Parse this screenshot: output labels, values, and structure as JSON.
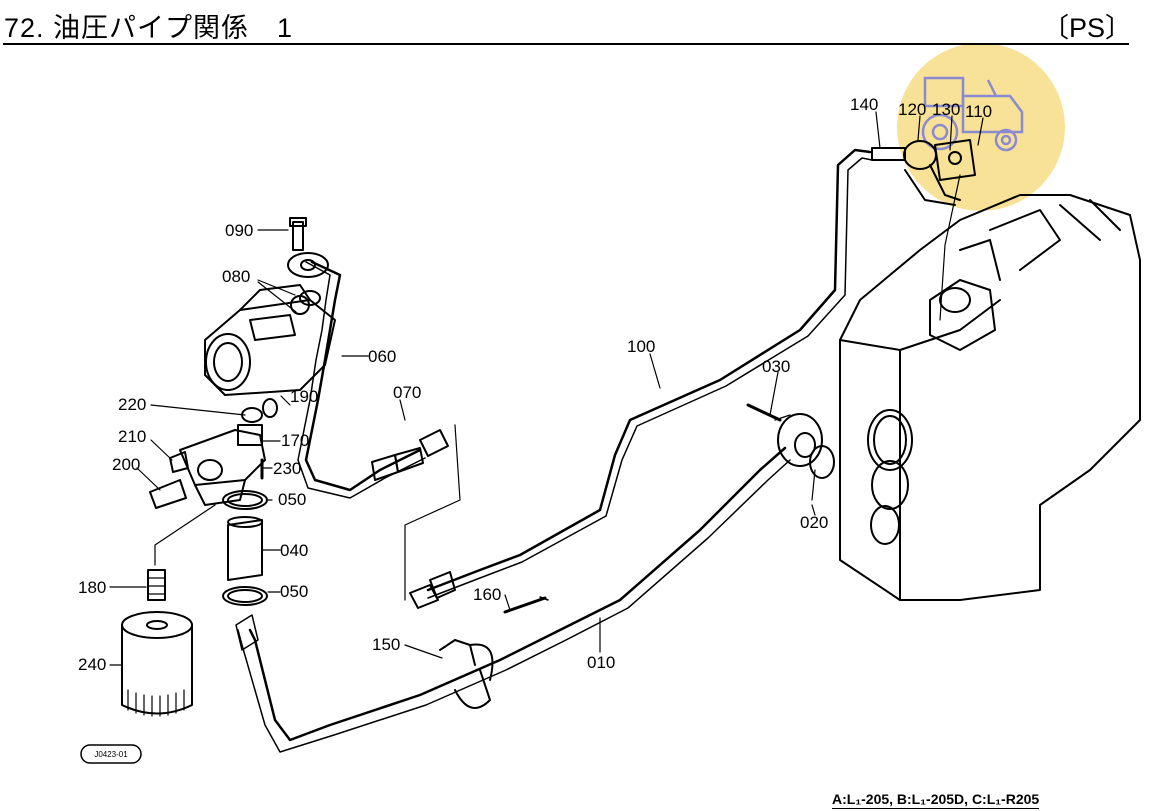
{
  "page": {
    "title": "72. 油圧パイプ関係　1",
    "tag": "〔PS〕",
    "footer": "A:L₁-205, B:L₁-205D, C:L₁-R205",
    "figure_id": "J0423-01",
    "watermark_color": "#f5d875"
  },
  "parts": [
    {
      "id": "p140",
      "label": "140"
    },
    {
      "id": "p120",
      "label": "120"
    },
    {
      "id": "p130",
      "label": "130"
    },
    {
      "id": "p110",
      "label": "110"
    },
    {
      "id": "p090",
      "label": "090"
    },
    {
      "id": "p080",
      "label": "080"
    },
    {
      "id": "p060",
      "label": "060"
    },
    {
      "id": "p100",
      "label": "100"
    },
    {
      "id": "p070",
      "label": "070"
    },
    {
      "id": "p030",
      "label": "030"
    },
    {
      "id": "p190",
      "label": "190"
    },
    {
      "id": "p220",
      "label": "220"
    },
    {
      "id": "p210",
      "label": "210"
    },
    {
      "id": "p170",
      "label": "170"
    },
    {
      "id": "p200",
      "label": "200"
    },
    {
      "id": "p230",
      "label": "230"
    },
    {
      "id": "p050a",
      "label": "050"
    },
    {
      "id": "p020",
      "label": "020"
    },
    {
      "id": "p040",
      "label": "040"
    },
    {
      "id": "p180",
      "label": "180"
    },
    {
      "id": "p050b",
      "label": "050"
    },
    {
      "id": "p160",
      "label": "160"
    },
    {
      "id": "p150",
      "label": "150"
    },
    {
      "id": "p010",
      "label": "010"
    },
    {
      "id": "p240",
      "label": "240"
    }
  ]
}
